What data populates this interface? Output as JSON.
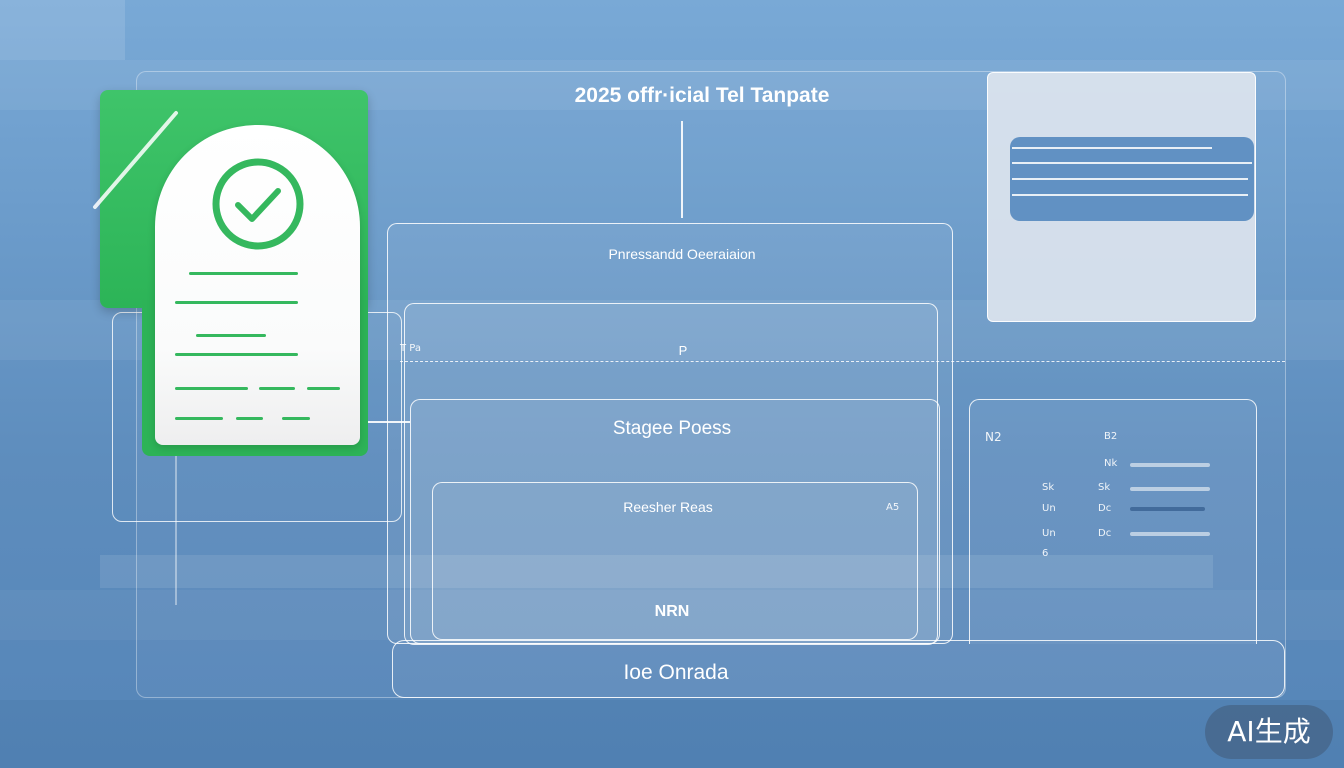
{
  "header": {
    "title": "2025 offr·icial Tel Tanpate"
  },
  "cards": {
    "top_label": "Pnressandd Oeeraiaion",
    "second_label": "P",
    "stage_label": "Stagee Poess",
    "reesmer_label": "Reesher Reas",
    "nrn_label": "NRN",
    "bottom_label": "Ioe Onrada"
  },
  "side_texts": {
    "left_small": "T Pa",
    "right_small": "A5",
    "nz_label": "N2"
  },
  "right_list": {
    "items": [
      "B2",
      "Nk",
      "Sk",
      "Un",
      "Dc",
      "6"
    ]
  },
  "watermark": {
    "text": "AI生成"
  },
  "colors": {
    "accent_green": "#35b85e",
    "background_blue": "#6b9bca"
  },
  "icons": {
    "check": "check-circle-icon"
  }
}
